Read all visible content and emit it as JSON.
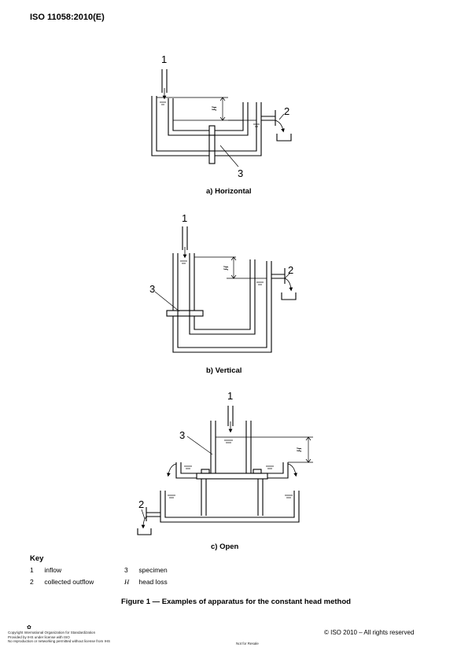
{
  "header": {
    "document_id": "ISO 11058:2010(E)"
  },
  "figure": {
    "subfigures": [
      {
        "caption": "a)   Horizontal",
        "labels": [
          "1",
          "2",
          "3"
        ],
        "head_label": "H"
      },
      {
        "caption": "b)   Vertical",
        "labels": [
          "1",
          "2",
          "3"
        ],
        "head_label": "H"
      },
      {
        "caption": "c)   Open",
        "labels": [
          "1",
          "2",
          "3"
        ],
        "head_label": "H"
      }
    ],
    "title": "Figure 1 — Examples of apparatus for the constant head method"
  },
  "key": {
    "title": "Key",
    "items": [
      {
        "symbol": "1",
        "text": "inflow"
      },
      {
        "symbol": "2",
        "text": "collected outflow"
      },
      {
        "symbol": "3",
        "text": "specimen"
      },
      {
        "symbol": "H",
        "text": "head loss"
      }
    ]
  },
  "footer": {
    "copyright_lines": [
      "Copyright International Organization for Standardization",
      "Provided by IHS under license with ISO",
      "No reproduction or networking permitted without license from IHS"
    ],
    "not_for_resale": "Not for Resale",
    "rights": "© ISO 2010 – All rights reserved"
  }
}
